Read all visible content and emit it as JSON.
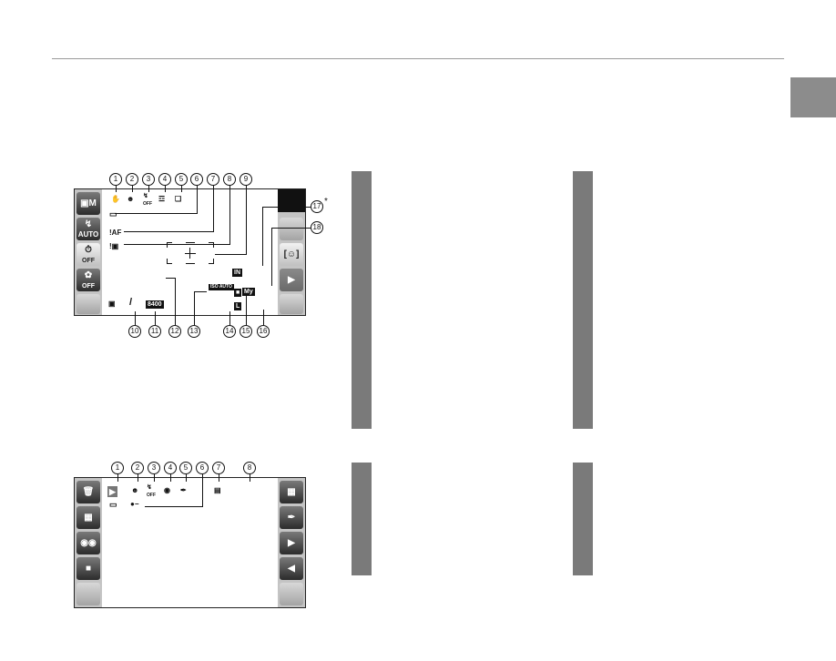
{
  "screen1": {
    "left_buttons": [
      {
        "label": "M",
        "icon": "camera-icon"
      },
      {
        "label": "AUTO",
        "icon": "flash-icon"
      },
      {
        "label": "OFF",
        "icon": "self-timer-icon"
      },
      {
        "label": "OFF",
        "icon": "macro-flower-icon"
      },
      {
        "label": "",
        "icon": ""
      }
    ],
    "right_buttons": [
      {
        "label": "",
        "icon": "dark-panel"
      },
      {
        "label": "",
        "icon": ""
      },
      {
        "label": "",
        "icon": "face-detection-icon"
      },
      {
        "label": "",
        "icon": "playback-icon"
      },
      {
        "label": "",
        "icon": ""
      }
    ],
    "indicators": {
      "flash_off": "OFF",
      "af_warning": "!AF",
      "iso": "ISO AUTO",
      "frame_count": "8400",
      "image_size": "L",
      "internal_memory": "IN",
      "my_folder": "My"
    },
    "callouts": [
      "1",
      "2",
      "3",
      "4",
      "5",
      "6",
      "7",
      "8",
      "9",
      "10",
      "11",
      "12",
      "13",
      "14",
      "15",
      "16",
      "17",
      "18"
    ],
    "asterisk": "*"
  },
  "screen2": {
    "left_buttons": [
      {
        "icon": "trash-icon"
      },
      {
        "icon": "multi-frame-icon"
      },
      {
        "icon": "binoculars-icon"
      },
      {
        "icon": "folder-icon"
      },
      {
        "icon": ""
      }
    ],
    "right_buttons": [
      {
        "icon": "grid-icon"
      },
      {
        "icon": "brush-icon"
      },
      {
        "icon": "next-arrow-icon"
      },
      {
        "icon": "prev-arrow-icon"
      },
      {
        "icon": ""
      }
    ],
    "indicators": {
      "flash_off": "OFF"
    },
    "callouts": [
      "1",
      "2",
      "3",
      "4",
      "5",
      "6",
      "7",
      "8"
    ]
  },
  "colors": {
    "bar": "#7a7a7a",
    "tab": "#8c8c8c",
    "rule": "#9a9a9a"
  }
}
